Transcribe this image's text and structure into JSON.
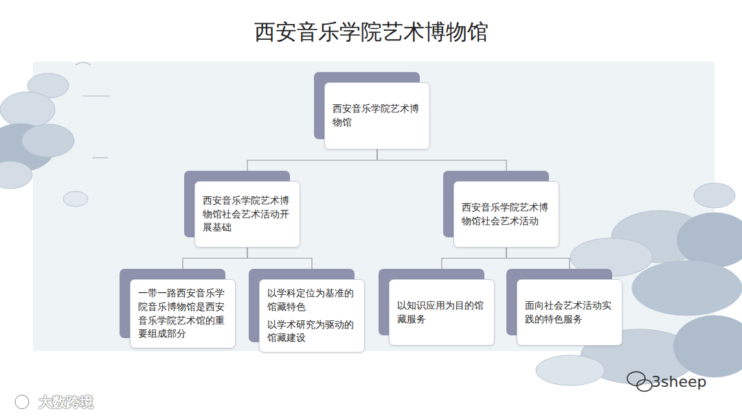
{
  "diagram": {
    "title": "西安音乐学院艺术博物馆",
    "nodes": [
      {
        "text": [
          "西安音乐学院艺术博物馆"
        ]
      },
      {
        "text": [
          "西安音乐学院艺术博物馆社会艺术活动开展基础"
        ]
      },
      {
        "text": [
          "西安音乐学院艺术博物馆社会艺术活动"
        ]
      },
      {
        "text": [
          "一带一路西安音乐学院音乐博物馆是西安音乐学院艺术馆的重要组成部分"
        ]
      },
      {
        "text": [
          "以学科定位为基准的馆藏特色",
          "以学术研究为驱动的馆藏建设"
        ]
      },
      {
        "text": [
          "以知识应用为目的馆藏服务"
        ]
      },
      {
        "text": [
          "面向社会艺术活动实践的特色服务"
        ]
      }
    ],
    "edges": [
      {
        "from": 0,
        "to": 1,
        "arrow": "none"
      },
      {
        "from": 0,
        "to": 2,
        "arrow": "none"
      },
      {
        "from": 1,
        "to": 3,
        "arrow": "none"
      },
      {
        "from": 1,
        "to": 4,
        "arrow": "none"
      },
      {
        "from": 2,
        "to": 5,
        "arrow": "none"
      },
      {
        "from": 2,
        "to": 6,
        "arrow": "none"
      }
    ],
    "labels": [
      "大数跨境",
      "3sheep"
    ]
  }
}
